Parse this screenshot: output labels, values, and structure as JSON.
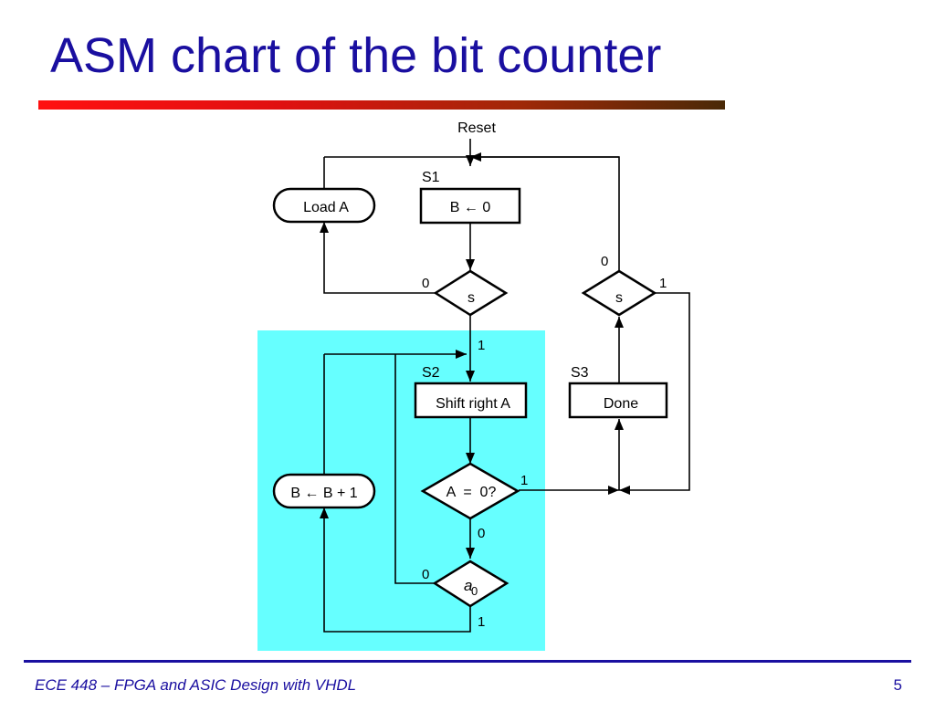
{
  "slide": {
    "title": "ASM chart of the bit counter",
    "footer": "ECE 448 – FPGA and ASIC Design with VHDL",
    "page_number": "5"
  },
  "colors": {
    "title": "#1a0fa0",
    "highlight": "#66ffff"
  },
  "diagram": {
    "reset_label": "Reset",
    "states": {
      "s1": "S1",
      "s2": "S2",
      "s3": "S3"
    },
    "boxes": {
      "load_a": "Load A",
      "b_clear": "B ← 0",
      "shift_right": "Shift right A",
      "done": "Done",
      "b_increment": "B ← B + 1"
    },
    "decisions": {
      "s_left": "s",
      "s_right": "s",
      "a_zero": "A  =  0?",
      "a0_var": "a",
      "a0_sub": "0"
    },
    "branch_labels": {
      "s_left_zero": "0",
      "s_left_one": "1",
      "s_right_zero": "0",
      "s_right_one": "1",
      "a_zero_one": "1",
      "a_zero_zero": "0",
      "a0_zero": "0",
      "a0_one": "1"
    }
  }
}
